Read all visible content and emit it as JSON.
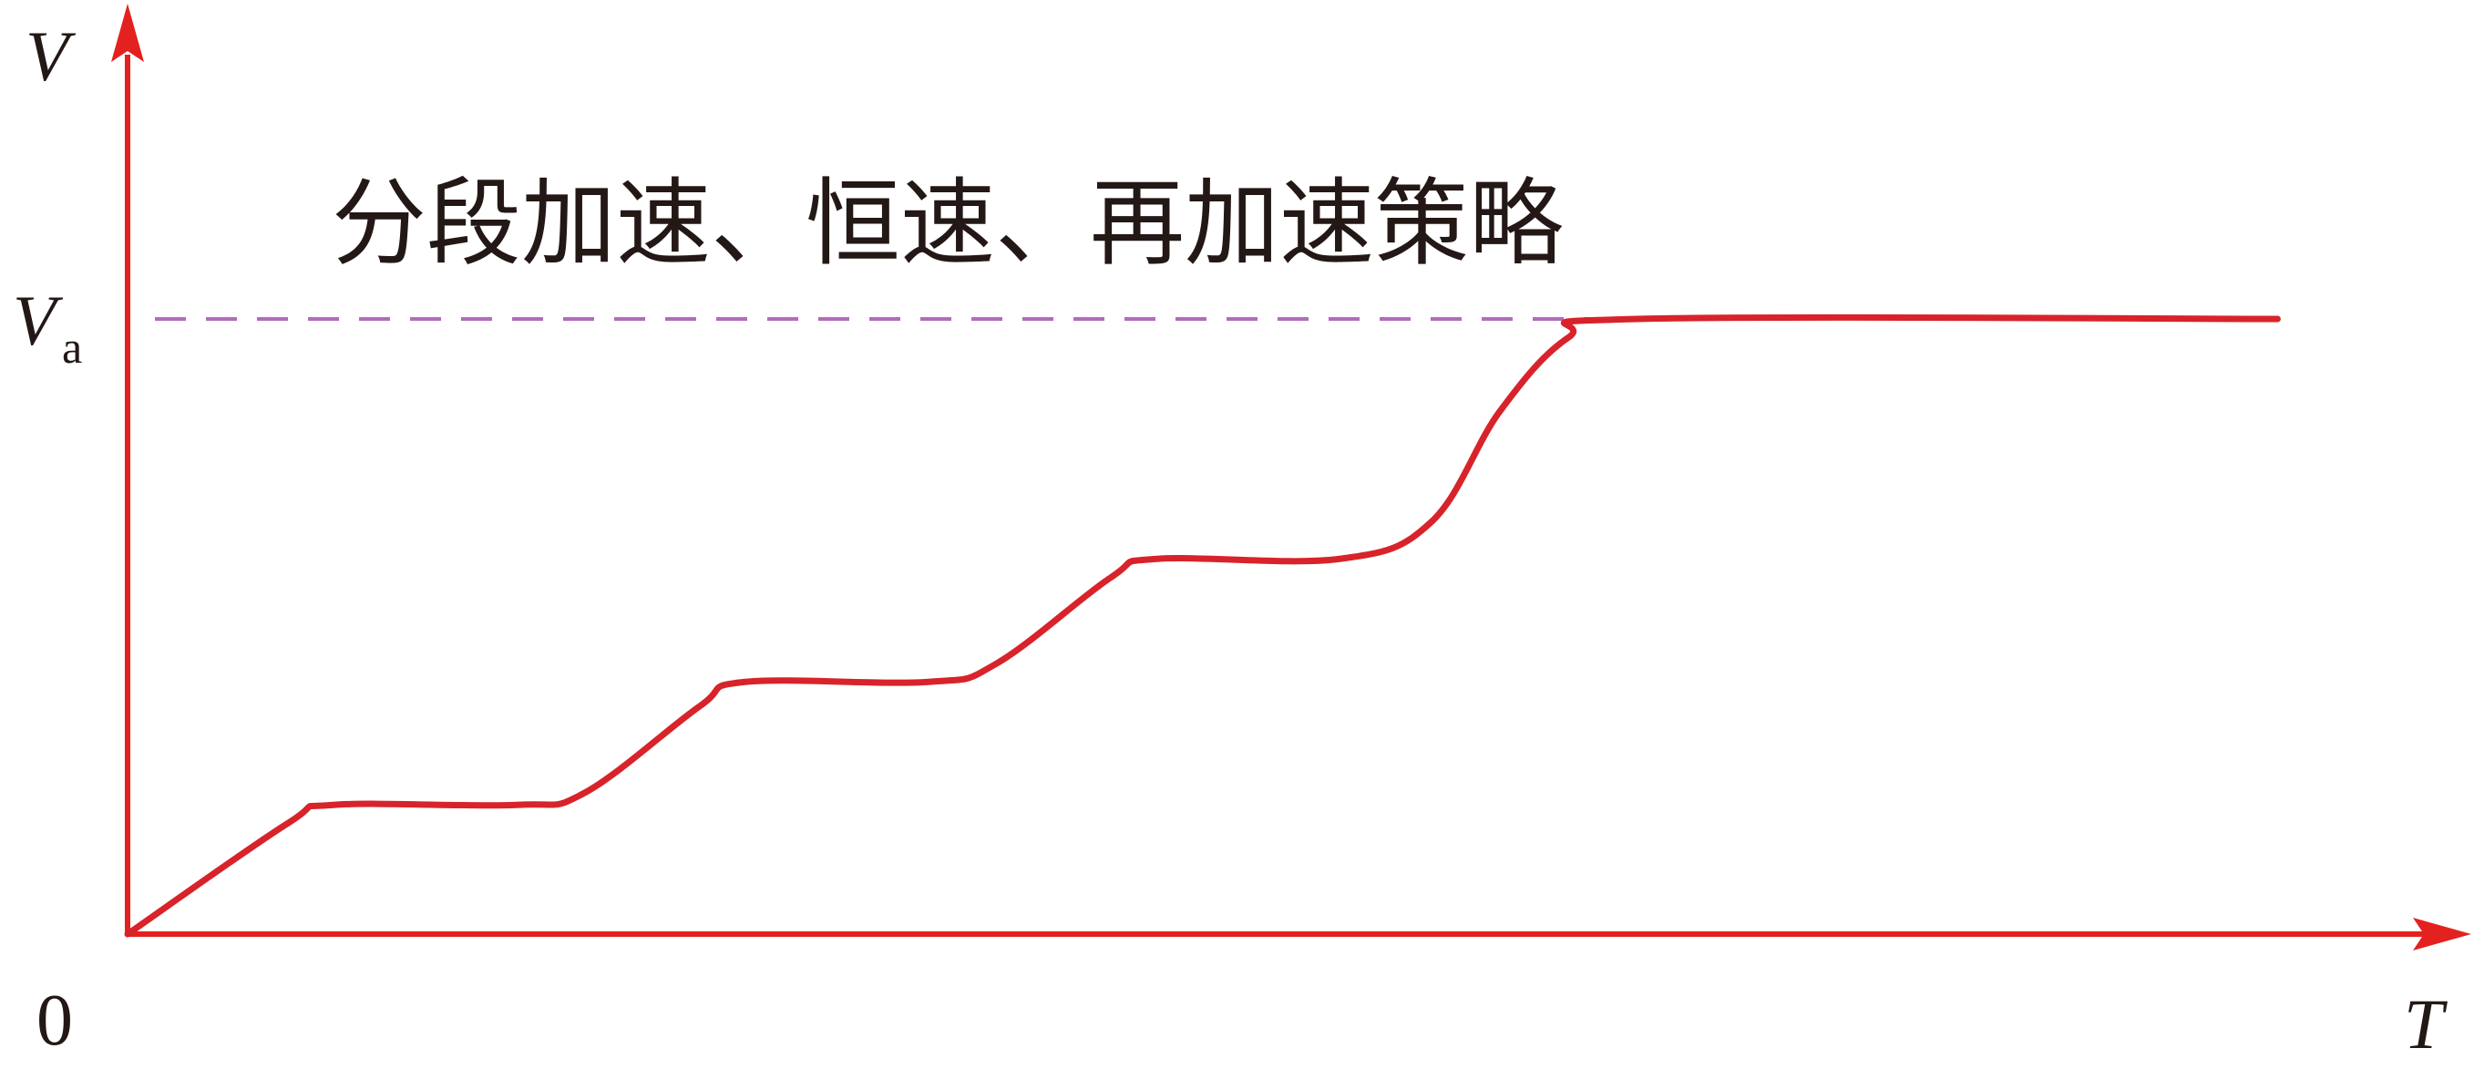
{
  "chart_data": {
    "type": "line",
    "title": "分段加速、恒速、再加速策略",
    "xlabel": "T",
    "ylabel": "V",
    "origin_label": "0",
    "reference_line": {
      "label_main": "V",
      "label_sub": "a",
      "style": "dashed",
      "y": 1.0
    },
    "x_ticks": [],
    "y_ticks": [],
    "grid": false,
    "legend": "none",
    "xlim": [
      0,
      1
    ],
    "ylim": [
      0,
      1.38
    ],
    "series": [
      {
        "values": [
          [
            0.0,
            0.0
          ],
          [
            0.07,
            0.18
          ],
          [
            0.09,
            0.21
          ],
          [
            0.17,
            0.21
          ],
          [
            0.2,
            0.23
          ],
          [
            0.25,
            0.37
          ],
          [
            0.27,
            0.41
          ],
          [
            0.35,
            0.41
          ],
          [
            0.38,
            0.44
          ],
          [
            0.43,
            0.58
          ],
          [
            0.45,
            0.61
          ],
          [
            0.53,
            0.61
          ],
          [
            0.57,
            0.67
          ],
          [
            0.6,
            0.85
          ],
          [
            0.63,
            0.97
          ],
          [
            0.66,
            1.0
          ],
          [
            0.94,
            1.0
          ]
        ]
      }
    ],
    "colors": {
      "axes": "#e3211f",
      "curve": "#d8232a",
      "reference": "#b36bbd",
      "text": "#231815"
    }
  }
}
